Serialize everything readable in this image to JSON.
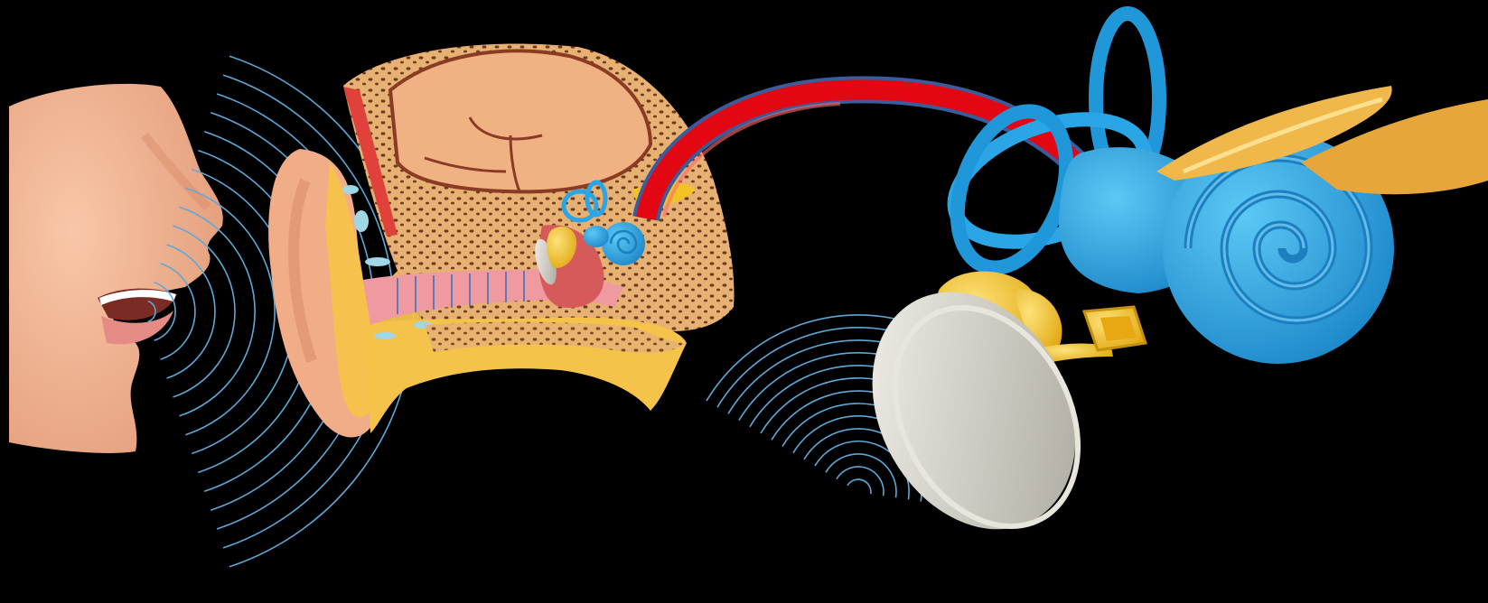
{
  "figure": {
    "panels": [
      {
        "id": "left",
        "icon": "mouth-and-ear-cross-section-illustration"
      },
      {
        "id": "right",
        "icon": "middle-and-inner-ear-magnified-illustration"
      }
    ],
    "connector": {
      "icon": "curved-arrow-icon",
      "direction": "left-to-right"
    }
  },
  "colors": {
    "background": "#000000",
    "skin": "#f2b391",
    "skin_shade": "#d98d6c",
    "bone": "#e3ad62",
    "bone_pores": "#6a3a1e",
    "brain": "#f0b283",
    "brain_line": "#8a3b23",
    "fat": "#f5c34a",
    "canal_pink": "#ef9aa0",
    "red_vessel": "#e0413a",
    "cochlea": "#2aa6e6",
    "cochlea_dark": "#1b7fc0",
    "ossicle": "#f3c326",
    "muscle": "#f0b84a",
    "eardrum": "#c9c6bd",
    "wave": "#5ea8d8",
    "arrow_red": "#e30613",
    "arrow_blue": "#3b5b9a"
  }
}
